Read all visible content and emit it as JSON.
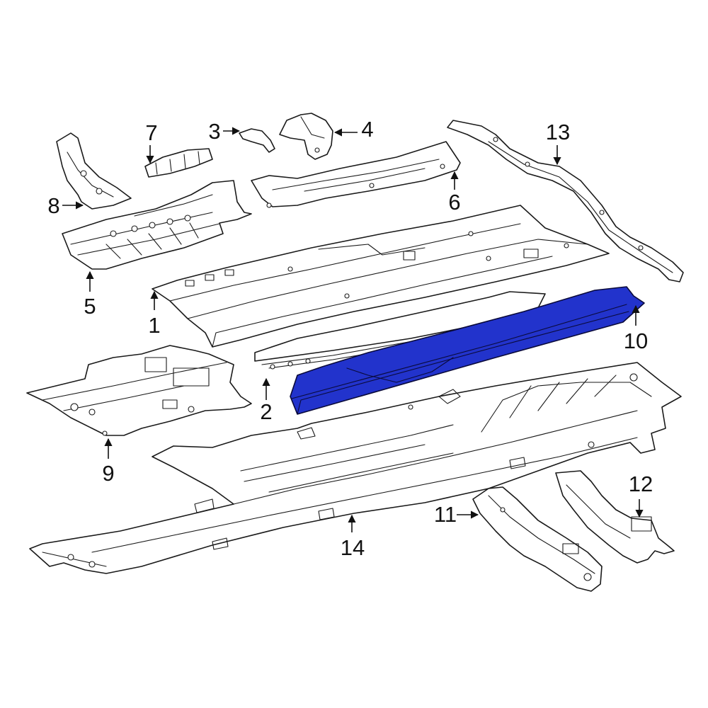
{
  "highlight_color": "#2233cc",
  "line_color": "#1a1a1a",
  "callouts": {
    "c1": "1",
    "c2": "2",
    "c3": "3",
    "c4": "4",
    "c5": "5",
    "c6": "6",
    "c7": "7",
    "c8": "8",
    "c9": "9",
    "c10": "10",
    "c11": "11",
    "c12": "12",
    "c13": "13",
    "c14": "14"
  },
  "highlighted_part": "10"
}
